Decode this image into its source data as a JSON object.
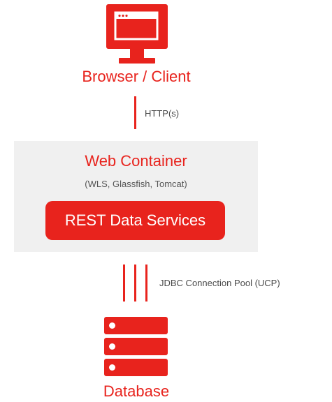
{
  "colors": {
    "accent": "#e8231d",
    "container_bg": "#f0f0f0",
    "text_grey": "#4a4a4a"
  },
  "client": {
    "icon": "monitor-icon",
    "label": "Browser / Client"
  },
  "http_link": {
    "label": "HTTP(s)"
  },
  "web_container": {
    "title": "Web Container",
    "subtitle": "(WLS, Glassfish, Tomcat)",
    "service_label": "REST Data Services"
  },
  "jdbc_link": {
    "label": "JDBC Connection Pool (UCP)"
  },
  "database": {
    "icon": "database-server-icon",
    "label": "Database"
  }
}
